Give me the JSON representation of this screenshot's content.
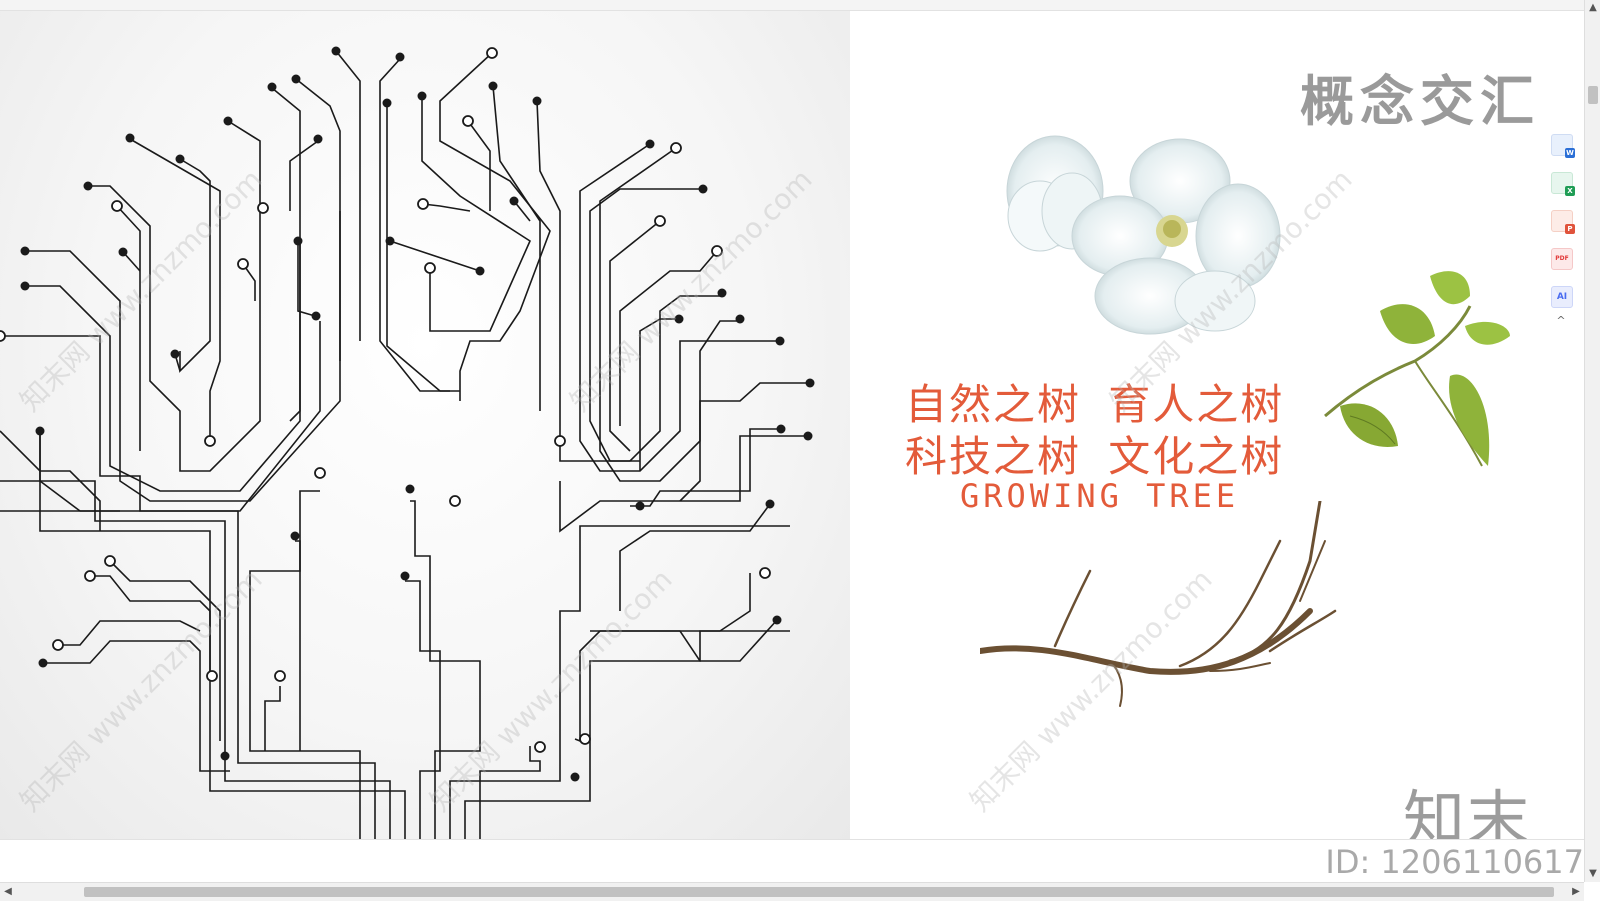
{
  "slide": {
    "title": "概念交汇",
    "slogan_line1": "自然之树 育人之树",
    "slogan_line2": "科技之树 文化之树",
    "slogan_en": "GROWING TREE",
    "brand_logo": "知末"
  },
  "watermark": {
    "text": "知末网 www.znzmo.com"
  },
  "footer": {
    "asset_id": "ID: 1206110617"
  },
  "toolbar": {
    "items": [
      {
        "name": "word",
        "label": "W",
        "color": "#2b6fd6"
      },
      {
        "name": "excel",
        "label": "X",
        "color": "#1f9d55"
      },
      {
        "name": "powerpoint",
        "label": "P",
        "color": "#e0533b"
      },
      {
        "name": "pdf",
        "label": "PDF",
        "color": "#e23a3a"
      },
      {
        "name": "ai",
        "label": "AI",
        "color": "#4a6cf0"
      }
    ],
    "collapse_glyph": "^"
  },
  "scrollbar": {
    "up": "▲",
    "down": "▼",
    "left": "◀",
    "right": "▶"
  },
  "colors": {
    "accent": "#e35b3a",
    "title_gray": "#9a9a9a",
    "circuit": "#1a1a1a"
  }
}
